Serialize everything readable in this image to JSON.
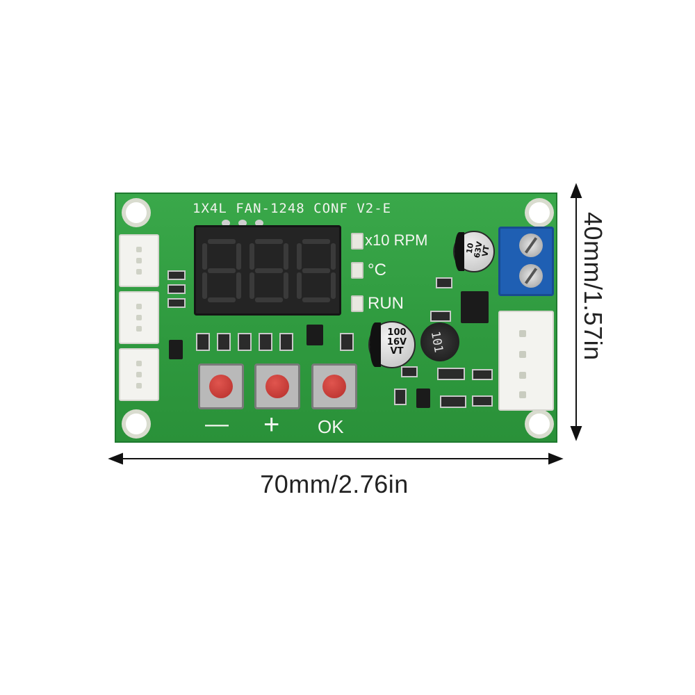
{
  "board": {
    "silkscreen_title": "1X4L FAN-1248 CONF V2-E",
    "led_labels": {
      "rpm": "x10 RPM",
      "celsius": "°C",
      "run": "RUN"
    },
    "buttons": {
      "minus": "—",
      "plus": "+",
      "ok": "OK"
    },
    "capacitors": {
      "small": "10\n63V\nVT",
      "large": "100\n16V\nVT"
    },
    "inductor": "101"
  },
  "dimensions": {
    "width_label": "70mm/2.76in",
    "height_label": "40mm/1.57in"
  },
  "colors": {
    "pcb_green": "#2f9a3f",
    "terminal_blue": "#1f5fb3",
    "button_red": "#c7403a",
    "arrow": "#111111"
  }
}
